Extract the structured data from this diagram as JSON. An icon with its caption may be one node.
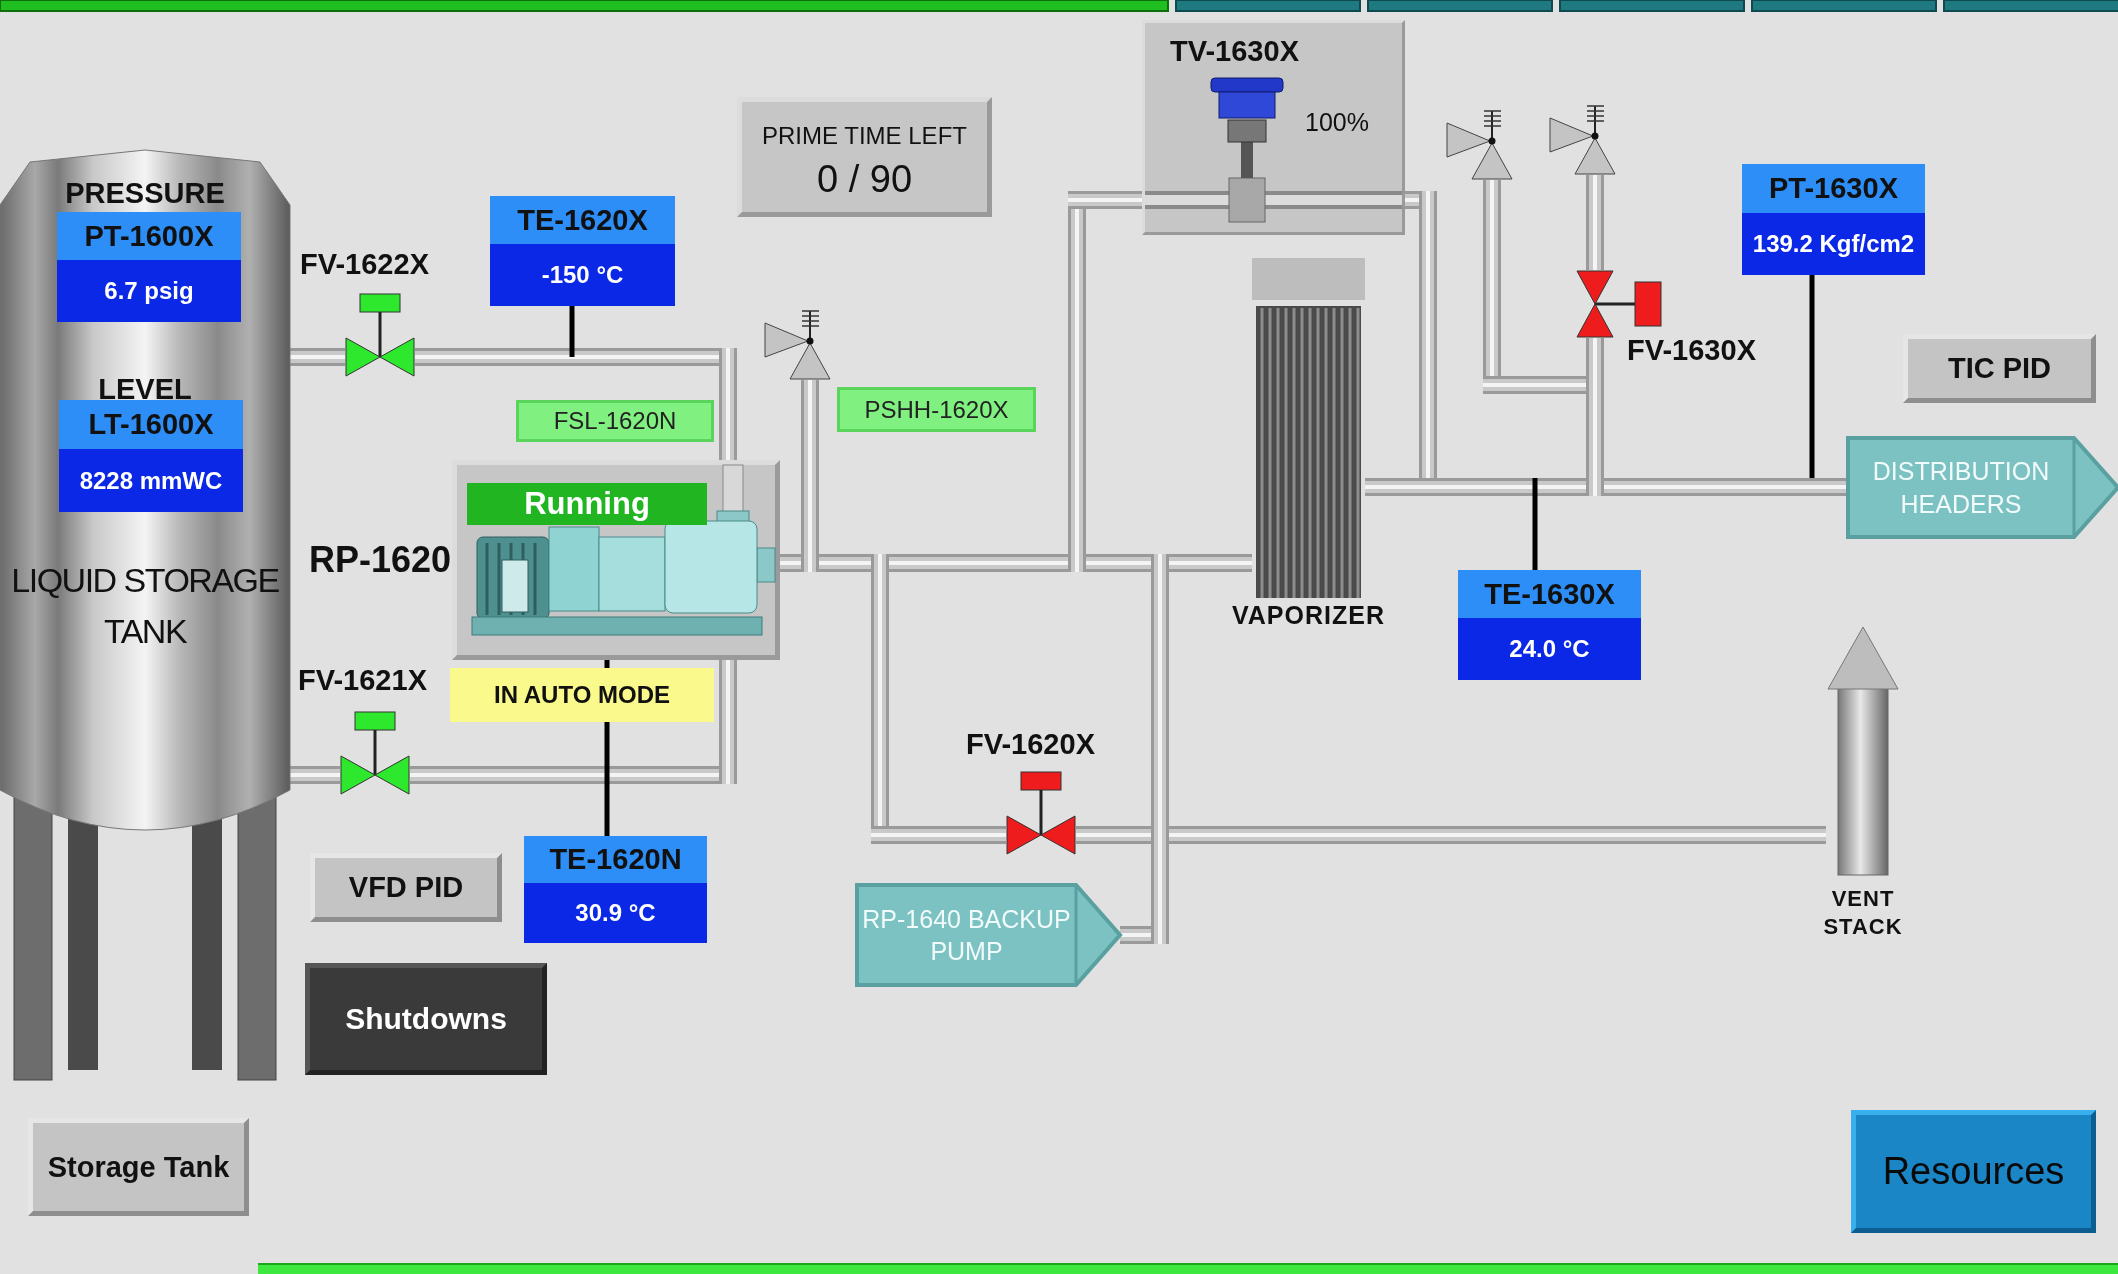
{
  "diagram": {
    "nodes": [
      {
        "text": [
          "PRESSURE",
          "LEVEL",
          "LIQUID STORAGE TANK"
        ]
      },
      {
        "text": [
          "PT-1600X",
          "6.7 psig"
        ],
        "in": 0
      },
      {
        "text": [
          "LT-1600X",
          "8228 mmWC"
        ],
        "in": 0
      },
      {
        "text": [
          "FV-1622X"
        ]
      },
      {
        "text": [
          "TE-1620X",
          "-150 °C"
        ]
      },
      {
        "text": [
          "PRIME TIME LEFT",
          "0 / 90"
        ]
      },
      {
        "text": [
          "TV-1630X",
          "100%"
        ]
      },
      {
        "text": [
          "FSL-1620N"
        ]
      },
      {
        "text": [
          "PSHH-1620X"
        ]
      },
      {
        "text": [],
        "shape": "valve"
      },
      {
        "text": [
          "RP-1620"
        ]
      },
      {
        "text": [
          "Running"
        ],
        "in": 10
      },
      {
        "text": [
          "IN AUTO MODE"
        ]
      },
      {
        "text": [
          "FV-1621X"
        ]
      },
      {
        "text": [
          "TE-1620N",
          "30.9 °C"
        ]
      },
      {
        "text": [
          "VFD PID"
        ]
      },
      {
        "text": [
          "Shutdowns"
        ]
      },
      {
        "text": [
          "Storage Tank"
        ]
      },
      {
        "text": [],
        "shape": "valve"
      },
      {
        "text": [],
        "shape": "valve"
      },
      {
        "text": [
          "VAPORIZER"
        ]
      },
      {
        "text": [
          "PT-1630X",
          "139.2 Kgf/cm2"
        ]
      },
      {
        "text": [
          "FV-1630X"
        ]
      },
      {
        "text": [
          "TIC PID"
        ]
      },
      {
        "text": [
          "DISTRIBUTION HEADERS"
        ]
      },
      {
        "text": [
          "TE-1630X",
          "24.0 °C"
        ]
      },
      {
        "text": [
          "FV-1620X"
        ]
      },
      {
        "text": [
          "RP-1640 BACKUP PUMP"
        ]
      },
      {
        "text": [
          "VENT STACK"
        ]
      },
      {
        "text": [
          "Resources"
        ]
      }
    ],
    "edges": [
      {
        "from": 0,
        "to": 3,
        "arrow": "none"
      },
      {
        "from": 3,
        "to": 10,
        "arrow": "none"
      },
      {
        "from": 0,
        "to": 13,
        "arrow": "none"
      },
      {
        "from": 13,
        "to": 10,
        "arrow": "none"
      },
      {
        "from": 10,
        "to": 20,
        "arrow": "none"
      },
      {
        "from": 10,
        "to": 9,
        "arrow": "none"
      },
      {
        "from": 10,
        "to": 6,
        "arrow": "none"
      },
      {
        "from": 6,
        "to": 24,
        "arrow": "none"
      },
      {
        "from": 20,
        "to": 24,
        "arrow": "none"
      },
      {
        "from": 18,
        "to": 24,
        "arrow": "none"
      },
      {
        "from": 19,
        "to": 22,
        "arrow": "none"
      },
      {
        "from": 22,
        "to": 24,
        "arrow": "none"
      },
      {
        "from": 10,
        "to": 26,
        "arrow": "none"
      },
      {
        "from": 26,
        "to": 28,
        "arrow": "none"
      },
      {
        "from": 27,
        "to": 20,
        "arrow": "none"
      },
      {
        "from": 4,
        "to": null,
        "arrow": "none",
        "color": "#000000"
      },
      {
        "from": 14,
        "to": 10,
        "arrow": "none",
        "color": "#000000"
      },
      {
        "from": 21,
        "to": null,
        "arrow": "none",
        "color": "#000000"
      },
      {
        "from": 25,
        "to": null,
        "arrow": "none",
        "color": "#000000"
      },
      {
        "from": 6,
        "to": 22,
        "arrow": "none"
      },
      {
        "from": 27,
        "to": 6,
        "arrow": "none"
      }
    ]
  }
}
